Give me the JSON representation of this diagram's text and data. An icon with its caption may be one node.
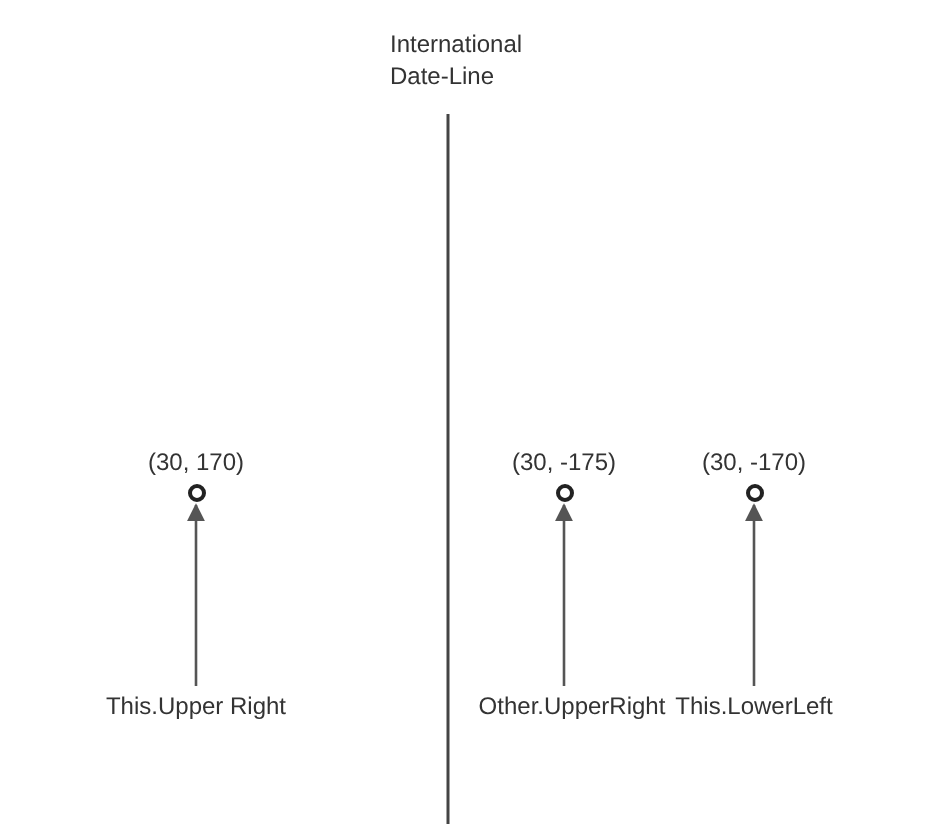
{
  "diagram": {
    "nodes": [
      {
        "text": [],
        "shape": "circle",
        "beside": [
          "(30, 170)"
        ]
      },
      {
        "text": [],
        "shape": "circle",
        "beside": [
          "(30, -175)"
        ]
      },
      {
        "text": [],
        "shape": "circle",
        "beside": [
          "(30, -170)"
        ]
      },
      {
        "text": [
          "This.Upper Right"
        ]
      },
      {
        "text": [
          "Other.UpperRight"
        ]
      },
      {
        "text": [
          "This.LowerLeft"
        ]
      }
    ],
    "edges": [
      {
        "from": 3,
        "to": 0,
        "arrow": "to"
      },
      {
        "from": 4,
        "to": 1,
        "arrow": "to"
      },
      {
        "from": 5,
        "to": 2,
        "arrow": "to"
      }
    ],
    "labels": [
      "International Date-Line"
    ]
  }
}
